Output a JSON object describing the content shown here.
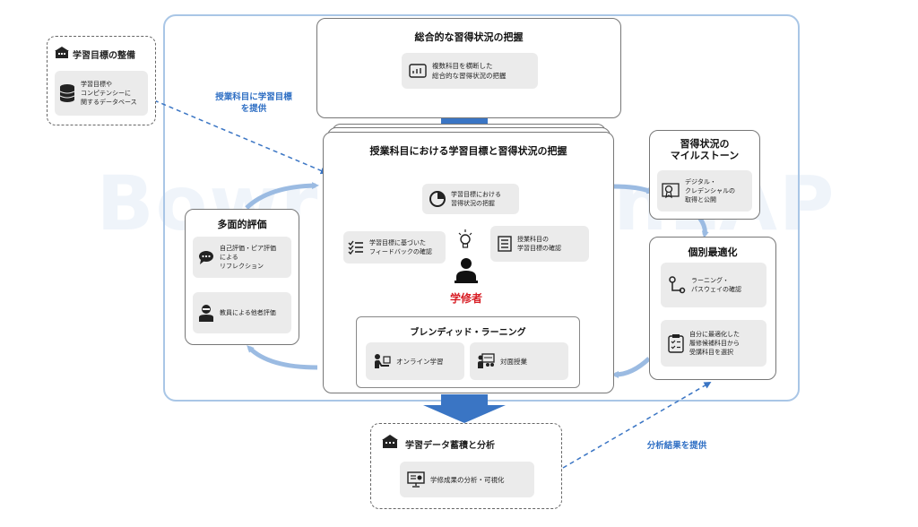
{
  "watermark": "Bowrer OpenLAP",
  "top": {
    "title": "総合的な習得状況の把握",
    "card": "複数科目を横断した\n総合的な習得状況の把握"
  },
  "goals": {
    "title": "学習目標の整備",
    "card": "学習目標や\nコンピテンシーに\n関するデータベース"
  },
  "link_goals": "授業科目に学習目標\nを提供",
  "center": {
    "title": "授業科目における学習目標と習得状況の把握",
    "cycle": [
      "学習目標における\n習得状況の把握",
      "授業科目の\n学習目標の確認",
      "学習目標に基づいた\nフィードバックの確認"
    ],
    "learner": "学修者",
    "blended": {
      "title": "ブレンディッド・ラーニング",
      "online": "オンライン学習",
      "inperson": "対面授業"
    }
  },
  "eval": {
    "title": "多面的評価",
    "self": "自己評価・ピア評価\nによる\nリフレクション",
    "teacher": "教員による他者評価"
  },
  "milestone": {
    "title": "習得状況の\nマイルストーン",
    "card": "デジタル・\nクレデンシャルの\n取得と公開"
  },
  "personal": {
    "title": "個別最適化",
    "path": "ラーニング・\nパスウェイの確認",
    "course": "自分に最適化した\n履修候補科目から\n受講科目を選択"
  },
  "data": {
    "title": "学習データ蓄積と分析",
    "card": "学修成果の分析・可視化"
  },
  "link_data": "分析結果を提供",
  "colors": {
    "accent": "#3a75c4",
    "arrow_light": "#9bbbe2",
    "learner": "#d81f26"
  },
  "icons": [
    "building-icon",
    "database-icon",
    "dashboard-icon",
    "pie-chart-icon",
    "list-icon",
    "checklist-icon",
    "lightbulb-icon",
    "person-icon",
    "online-learning-icon",
    "classroom-icon",
    "chat-icon",
    "teacher-icon",
    "certificate-icon",
    "route-icon",
    "clipboard-icon",
    "monitor-chart-icon"
  ]
}
